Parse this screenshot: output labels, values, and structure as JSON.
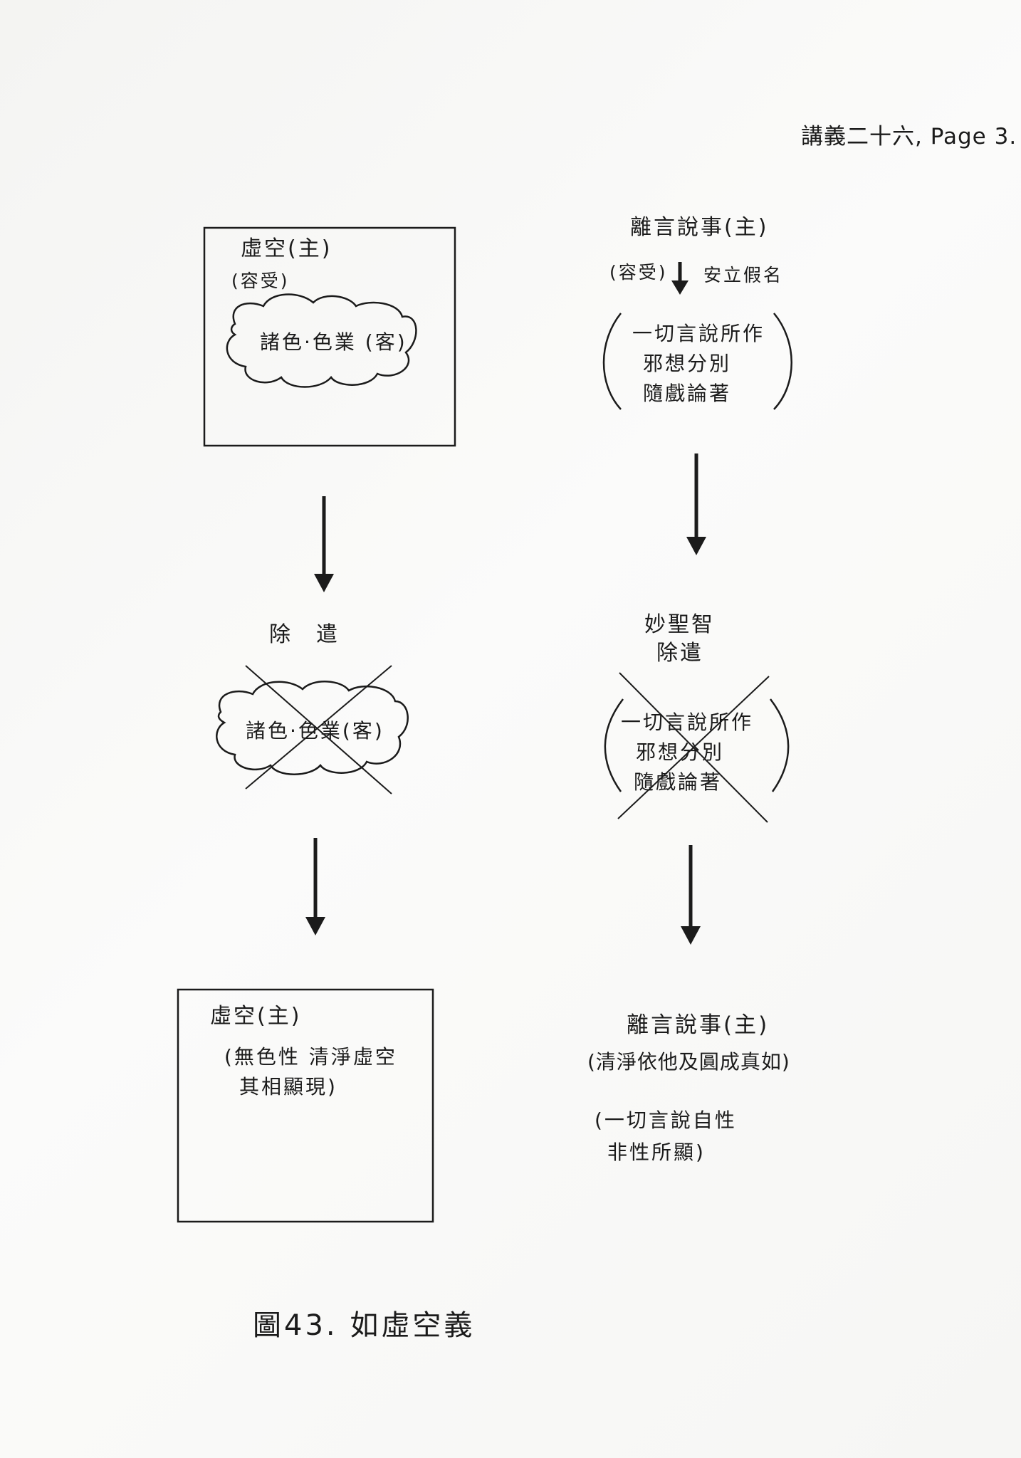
{
  "header": {
    "page_ref": "講義二十六, Page 3."
  },
  "left_column": {
    "top_box": {
      "title": "虛空(主)",
      "subtitle": "(容受)",
      "cloud_text": "諸色·色業 (客)"
    },
    "middle": {
      "action": "除　遣",
      "cloud_text": "諸色·色業(客)"
    },
    "bottom_box": {
      "title": "虛空(主)",
      "line1": "(無色性 清淨虛空",
      "line2": "其相顯現)"
    }
  },
  "right_column": {
    "top": {
      "title": "離言說事(主)",
      "left_note": "(容受)",
      "right_note": "安立假名",
      "paren_line1": "一切言說所作",
      "paren_line2": "邪想分別",
      "paren_line3": "隨戲論著"
    },
    "middle": {
      "action_line1": "妙聖智",
      "action_line2": "除遣",
      "paren_line1": "一切言說所作",
      "paren_line2": "邪想分別",
      "paren_line3": "隨戲論著"
    },
    "bottom": {
      "title": "離言說事(主)",
      "line1": "(清淨依他及圓成真如)",
      "line2": "(一切言說自性",
      "line3": "非性所顯)"
    }
  },
  "caption": "圖43. 如虛空義",
  "colors": {
    "ink": "#1b1b1b",
    "paper": "#f6f6f4"
  }
}
